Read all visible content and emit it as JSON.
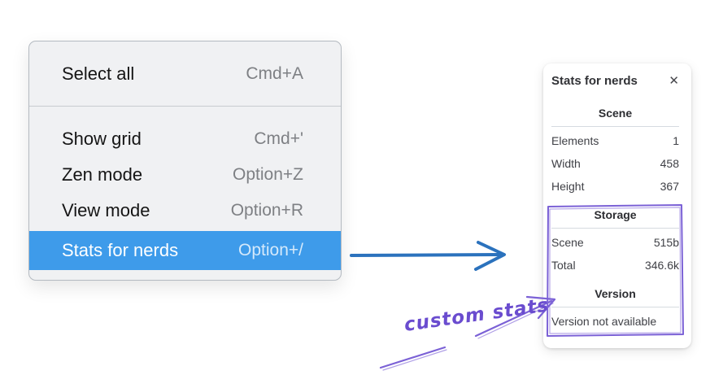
{
  "context_menu": {
    "sections": [
      {
        "items": [
          {
            "label": "Select all",
            "shortcut": "Cmd+A",
            "highlighted": false
          }
        ]
      },
      {
        "items": [
          {
            "label": "Show grid",
            "shortcut": "Cmd+'",
            "highlighted": false
          },
          {
            "label": "Zen mode",
            "shortcut": "Option+Z",
            "highlighted": false
          },
          {
            "label": "View mode",
            "shortcut": "Option+R",
            "highlighted": false
          },
          {
            "label": "Stats for nerds",
            "shortcut": "Option+/",
            "highlighted": true
          }
        ]
      }
    ]
  },
  "stats_panel": {
    "title": "Stats for nerds",
    "close_glyph": "✕",
    "sections": [
      {
        "header": "Scene",
        "rows": [
          {
            "label": "Elements",
            "value": "1"
          },
          {
            "label": "Width",
            "value": "458"
          },
          {
            "label": "Height",
            "value": "367"
          }
        ]
      },
      {
        "header": "Storage",
        "rows": [
          {
            "label": "Scene",
            "value": "515b"
          },
          {
            "label": "Total",
            "value": "346.6k"
          }
        ]
      },
      {
        "header": "Version",
        "note": "Version not available"
      }
    ]
  },
  "annotations": {
    "custom_stats_label": "custom stats",
    "colors": {
      "menu_highlight": "#3e9bea",
      "blue_arrow": "#2b72bd",
      "purple_stroke": "#7b61d6",
      "purple_text": "#6a4ccf"
    }
  }
}
